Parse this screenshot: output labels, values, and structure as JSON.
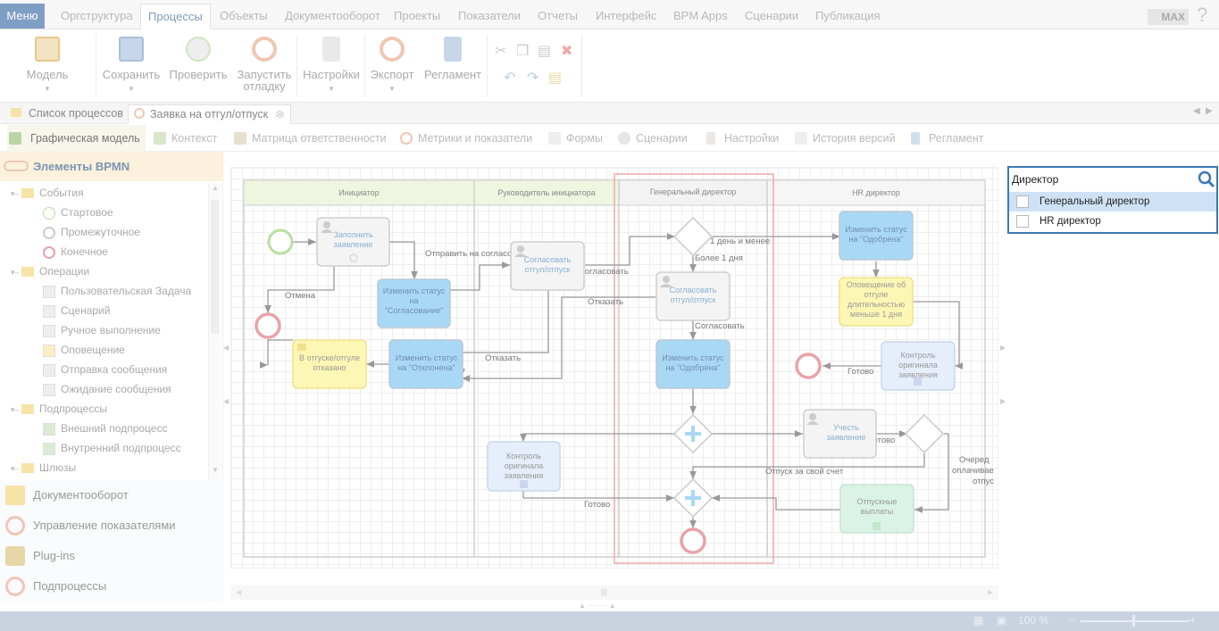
{
  "menu": "Меню",
  "main_tabs": [
    "Оргструктура",
    "Процессы",
    "Объекты",
    "Документооборот",
    "Проекты",
    "Показатели",
    "Отчеты",
    "Интерфейс",
    "BPM Apps",
    "Сценарии",
    "Публикация"
  ],
  "badge": "MAX",
  "help": "?",
  "ribbon": {
    "model": "Модель",
    "save": "Сохранить",
    "check": "Проверить",
    "debug1": "Запустить",
    "debug2": "отладку",
    "settings": "Настройки",
    "export": "Экспорт",
    "reglament": "Регламент"
  },
  "doc_tabs": [
    "Список процессов",
    "Заявка на отгул/отпуск"
  ],
  "sub_tabs": [
    "Графическая модель",
    "Контекст",
    "Матрица ответственности",
    "Метрики и показатели",
    "Формы",
    "Сценарии",
    "Настройки",
    "История версий",
    "Регламент"
  ],
  "left": {
    "title": "Элементы BPMN",
    "tree": [
      {
        "label": "События",
        "level": 0
      },
      {
        "label": "Стартовое",
        "level": 1
      },
      {
        "label": "Промежуточное",
        "level": 1
      },
      {
        "label": "Конечное",
        "level": 1
      },
      {
        "label": "Операции",
        "level": 0
      },
      {
        "label": "Пользовательская Задача",
        "level": 1
      },
      {
        "label": "Сценарий",
        "level": 1
      },
      {
        "label": "Ручное выполнение",
        "level": 1
      },
      {
        "label": "Оповещение",
        "level": 1
      },
      {
        "label": "Отправка сообщения",
        "level": 1
      },
      {
        "label": "Ожидание сообщения",
        "level": 1
      },
      {
        "label": "Подпроцессы",
        "level": 0
      },
      {
        "label": "Внешний подпроцесс",
        "level": 1
      },
      {
        "label": "Внутренний подпроцесс",
        "level": 1
      },
      {
        "label": "Шлюзы",
        "level": 0
      }
    ],
    "accordion": [
      "Документооборот",
      "Управление показателями",
      "Plug-ins",
      "Подпроцессы"
    ]
  },
  "diagram": {
    "lanes": [
      "Инициатор",
      "Руководитель инициатора",
      "Генеральный директор",
      "HR директор"
    ],
    "tasks": {
      "fill": "Заполнить заявление",
      "approve1": "Согласовать отгул/отпуск",
      "status_approval": "Изменить статус на \"Согласование\"",
      "status_rejected": "Изменить статус на \"Отклонена\"",
      "notify_refused": "В отгуске/отгуле отказано",
      "approve2": "Согласовать отгул/отпуск",
      "status_approved_gd": "Изменить статус на \"Одобрена\"",
      "status_approved_hr": "Изменить статус на \"Одобрена\"",
      "notify_short": "Оповещение об отгуле длительностью меньше 1 дня",
      "control_hr": "Контроль оригинала заявления",
      "account": "Учесть заявление",
      "control_mgr": "Контроль оригинала заявления",
      "vacation_pay": "Отпускные выплаты"
    },
    "flows": {
      "send": "Отправить на согласование",
      "cancel": "Отмена",
      "approve": "Согласовать",
      "refuse1": "Отказать",
      "refuse2": "Отказать",
      "le1": "1 день и менее",
      "gt1": "Более 1 дня",
      "approve2": "Согласовать",
      "ready1": "Готово",
      "ready2": "Готово",
      "ready3": "Готово",
      "own": "Отпуск за свой счет",
      "paid1": "Очеред",
      "paid2": "оплачивае",
      "paid3": "отпус"
    }
  },
  "search": {
    "value": "Директор",
    "results": [
      "Генеральный директор",
      "HR директор"
    ]
  },
  "status": {
    "zoom": "100 %"
  },
  "colors": {
    "accent": "#3b78b8",
    "menu": "#7f9ec4",
    "task_blue": "#a9d8f5",
    "task_yellow": "#fdf7b5",
    "task_grey": "#f4f4f4",
    "end": "#e8a3a8",
    "start": "#b9dfa1"
  }
}
